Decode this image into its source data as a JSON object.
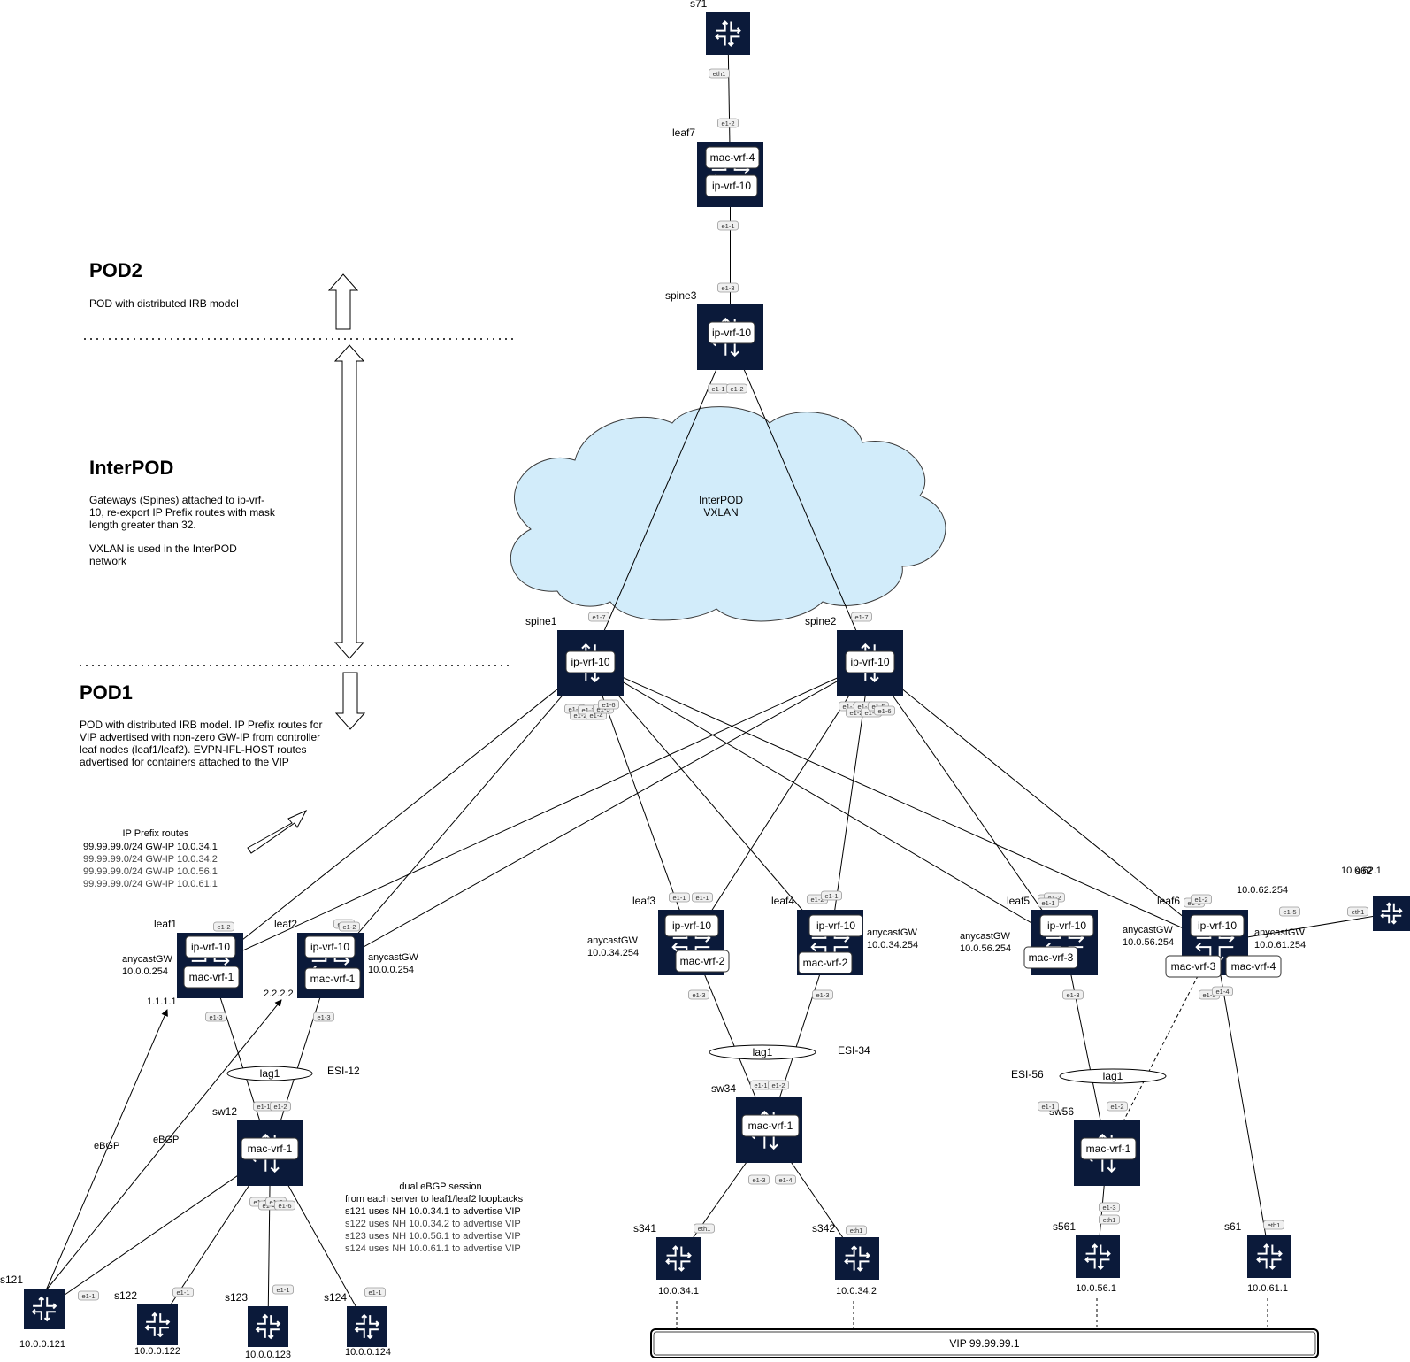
{
  "colors": {
    "node": "#0b1a3a",
    "cloud_fill": "#d2ecfa",
    "cloud_stroke": "#3b3b3b",
    "port_fill": "#f0f0f0",
    "port_stroke": "#9a9a9a"
  },
  "sections": {
    "pod2": {
      "title": "POD2",
      "desc": [
        "POD with distributed IRB model"
      ]
    },
    "interpod": {
      "title": "InterPOD",
      "desc": [
        "Gateways (Spines) attached to ip-vrf-",
        "10, re-export IP Prefix routes with mask",
        "length greater than 32.",
        "",
        "VXLAN is used in the InterPOD",
        "network"
      ]
    },
    "pod1": {
      "title": "POD1",
      "desc": [
        "POD with distributed IRB model. IP Prefix routes for",
        "VIP advertised with non-zero GW-IP from controller",
        "leaf nodes (leaf1/leaf2). EVPN-IFL-HOST routes",
        "advertised for containers attached to the VIP"
      ]
    }
  },
  "cloud": {
    "label": [
      "InterPOD",
      "VXLAN"
    ]
  },
  "ip_prefix_note": [
    "IP Prefix routes",
    "99.99.99.0/24 GW-IP 10.0.34.1",
    "99.99.99.0/24 GW-IP 10.0.34.2",
    "99.99.99.0/24 GW-IP 10.0.56.1",
    "99.99.99.0/24 GW-IP 10.0.61.1"
  ],
  "ebgp_note": [
    "dual eBGP session",
    "from each server to leaf1/leaf2 loopbacks",
    "s121 uses NH 10.0.34.1 to advertise VIP",
    "s122 uses NH 10.0.34.2 to advertise VIP",
    "s123 uses NH 10.0.56.1 to advertise VIP",
    "s124 uses NH 10.0.61.1 to advertise VIP"
  ],
  "vip": {
    "label": "VIP 99.99.99.1"
  },
  "nodes": [
    {
      "id": "s71",
      "name": "s71",
      "badges": []
    },
    {
      "id": "leaf7",
      "name": "leaf7",
      "badges": [
        "mac-vrf-4",
        "ip-vrf-10"
      ]
    },
    {
      "id": "spine3",
      "name": "spine3",
      "badges": [
        "ip-vrf-10"
      ]
    },
    {
      "id": "spine1",
      "name": "spine1",
      "badges": [
        "ip-vrf-10"
      ]
    },
    {
      "id": "spine2",
      "name": "spine2",
      "badges": [
        "ip-vrf-10"
      ]
    },
    {
      "id": "leaf1",
      "name": "leaf1",
      "badges": [
        "ip-vrf-10",
        "mac-vrf-1"
      ]
    },
    {
      "id": "leaf2",
      "name": "leaf2",
      "badges": [
        "ip-vrf-10",
        "mac-vrf-1"
      ]
    },
    {
      "id": "leaf3",
      "name": "leaf3",
      "badges": [
        "ip-vrf-10",
        "mac-vrf-2"
      ]
    },
    {
      "id": "leaf4",
      "name": "leaf4",
      "badges": [
        "ip-vrf-10",
        "mac-vrf-2"
      ]
    },
    {
      "id": "leaf5",
      "name": "leaf5",
      "badges": [
        "ip-vrf-10",
        "mac-vrf-3"
      ]
    },
    {
      "id": "leaf6",
      "name": "leaf6",
      "badges": [
        "ip-vrf-10",
        "mac-vrf-3",
        "mac-vrf-4"
      ]
    },
    {
      "id": "s62",
      "name": "s62",
      "badges": []
    },
    {
      "id": "sw12",
      "name": "sw12",
      "badges": [
        "mac-vrf-1"
      ]
    },
    {
      "id": "sw34",
      "name": "sw34",
      "badges": [
        "mac-vrf-1"
      ]
    },
    {
      "id": "sw56",
      "name": "sw56",
      "badges": [
        "mac-vrf-1"
      ]
    },
    {
      "id": "s121",
      "name": "s121",
      "badges": []
    },
    {
      "id": "s122",
      "name": "s122",
      "badges": []
    },
    {
      "id": "s123",
      "name": "s123",
      "badges": []
    },
    {
      "id": "s124",
      "name": "s124",
      "badges": []
    },
    {
      "id": "s341",
      "name": "s341",
      "badges": []
    },
    {
      "id": "s342",
      "name": "s342",
      "badges": []
    },
    {
      "id": "s561",
      "name": "s561",
      "badges": []
    },
    {
      "id": "s61",
      "name": "s61",
      "badges": []
    }
  ],
  "links": [
    {
      "from": "s71",
      "to": "leaf7",
      "style": "solid"
    },
    {
      "from": "leaf7",
      "to": "spine3",
      "style": "solid"
    },
    {
      "from": "spine3",
      "to": "spine1",
      "style": "solid"
    },
    {
      "from": "spine3",
      "to": "spine2",
      "style": "solid"
    },
    {
      "from": "spine1",
      "to": "leaf1",
      "style": "solid"
    },
    {
      "from": "spine1",
      "to": "leaf2",
      "style": "solid"
    },
    {
      "from": "spine1",
      "to": "leaf3",
      "style": "solid"
    },
    {
      "from": "spine1",
      "to": "leaf4",
      "style": "solid"
    },
    {
      "from": "spine1",
      "to": "leaf5",
      "style": "solid"
    },
    {
      "from": "spine1",
      "to": "leaf6",
      "style": "solid"
    },
    {
      "from": "spine2",
      "to": "leaf1",
      "style": "solid"
    },
    {
      "from": "spine2",
      "to": "leaf2",
      "style": "solid"
    },
    {
      "from": "spine2",
      "to": "leaf3",
      "style": "solid"
    },
    {
      "from": "spine2",
      "to": "leaf4",
      "style": "solid"
    },
    {
      "from": "spine2",
      "to": "leaf5",
      "style": "solid"
    },
    {
      "from": "spine2",
      "to": "leaf6",
      "style": "solid"
    },
    {
      "from": "leaf1",
      "to": "sw12",
      "style": "solid"
    },
    {
      "from": "leaf2",
      "to": "sw12",
      "style": "solid"
    },
    {
      "from": "leaf3",
      "to": "sw34",
      "style": "solid"
    },
    {
      "from": "leaf4",
      "to": "sw34",
      "style": "solid"
    },
    {
      "from": "leaf5",
      "to": "sw56",
      "style": "solid"
    },
    {
      "from": "leaf6",
      "to": "sw56",
      "style": "dashed"
    },
    {
      "from": "leaf6",
      "to": "s61",
      "style": "solid"
    },
    {
      "from": "leaf6",
      "to": "s62",
      "style": "solid"
    },
    {
      "from": "sw12",
      "to": "s121",
      "style": "solid"
    },
    {
      "from": "sw12",
      "to": "s122",
      "style": "solid"
    },
    {
      "from": "sw12",
      "to": "s123",
      "style": "solid"
    },
    {
      "from": "sw12",
      "to": "s124",
      "style": "solid"
    },
    {
      "from": "sw34",
      "to": "s341",
      "style": "solid"
    },
    {
      "from": "sw34",
      "to": "s342",
      "style": "solid"
    },
    {
      "from": "sw56",
      "to": "s561",
      "style": "solid"
    }
  ],
  "ports": [
    "eth1",
    "e1-2",
    "e1-1",
    "e1-3",
    "e1-1",
    "e1-2",
    "e1-7",
    "e1-7",
    "e1-1",
    "e1-2",
    "e1-3",
    "e1-4",
    "e1-5",
    "e1-6",
    "e1-1",
    "e1-2",
    "e1-3",
    "e1-4",
    "e1-5",
    "e1-6",
    "e1-2",
    "e1-1",
    "e1-2",
    "e1-1",
    "e1-1",
    "e1-2",
    "e1-1",
    "e1-2",
    "e1-2",
    "e1-1",
    "e1-1",
    "e1-2",
    "e1-5",
    "e1-3",
    "e1-3",
    "e1-3",
    "e1-3",
    "e1-3",
    "e1-3",
    "e1-4",
    "e1-1",
    "e1-2",
    "e1-1",
    "e1-2",
    "e1-1",
    "e1-2",
    "e1-3",
    "e1-4",
    "e1-5",
    "e1-6",
    "e1-1",
    "e1-1",
    "e1-1",
    "e1-1",
    "e1-3",
    "e1-4",
    "eth1",
    "eth1",
    "e1-3",
    "eth1",
    "eth1",
    "eth1"
  ],
  "lags": [
    {
      "label": "lag1",
      "esi": "ESI-12"
    },
    {
      "label": "lag1",
      "esi": "ESI-34"
    },
    {
      "label": "lag1",
      "esi": "ESI-56"
    }
  ],
  "anycast": [
    {
      "label": "anycastGW",
      "ip": "10.0.0.254"
    },
    {
      "label": "anycastGW",
      "ip": "10.0.0.254"
    },
    {
      "label": "anycastGW",
      "ip": "10.0.34.254"
    },
    {
      "label": "anycastGW",
      "ip": "10.0.34.254"
    },
    {
      "label": "anycastGW",
      "ip": "10.0.56.254"
    },
    {
      "label": "anycastGW",
      "ip": "10.0.56.254"
    },
    {
      "label": "anycastGW",
      "ip": "10.0.61.254"
    }
  ],
  "ips": {
    "leaf1_lo": "1.1.1.1",
    "leaf2_lo": "2.2.2.2",
    "leaf6_s62": "10.0.62.254",
    "s62": "10.0.62.1",
    "s121": "10.0.0.121",
    "s122": "10.0.0.122",
    "s123": "10.0.0.123",
    "s124": "10.0.0.124",
    "s341": "10.0.34.1",
    "s342": "10.0.34.2",
    "s561": "10.0.56.1",
    "s61": "10.0.61.1"
  },
  "ebgp_labels": [
    "eBGP",
    "eBGP"
  ]
}
